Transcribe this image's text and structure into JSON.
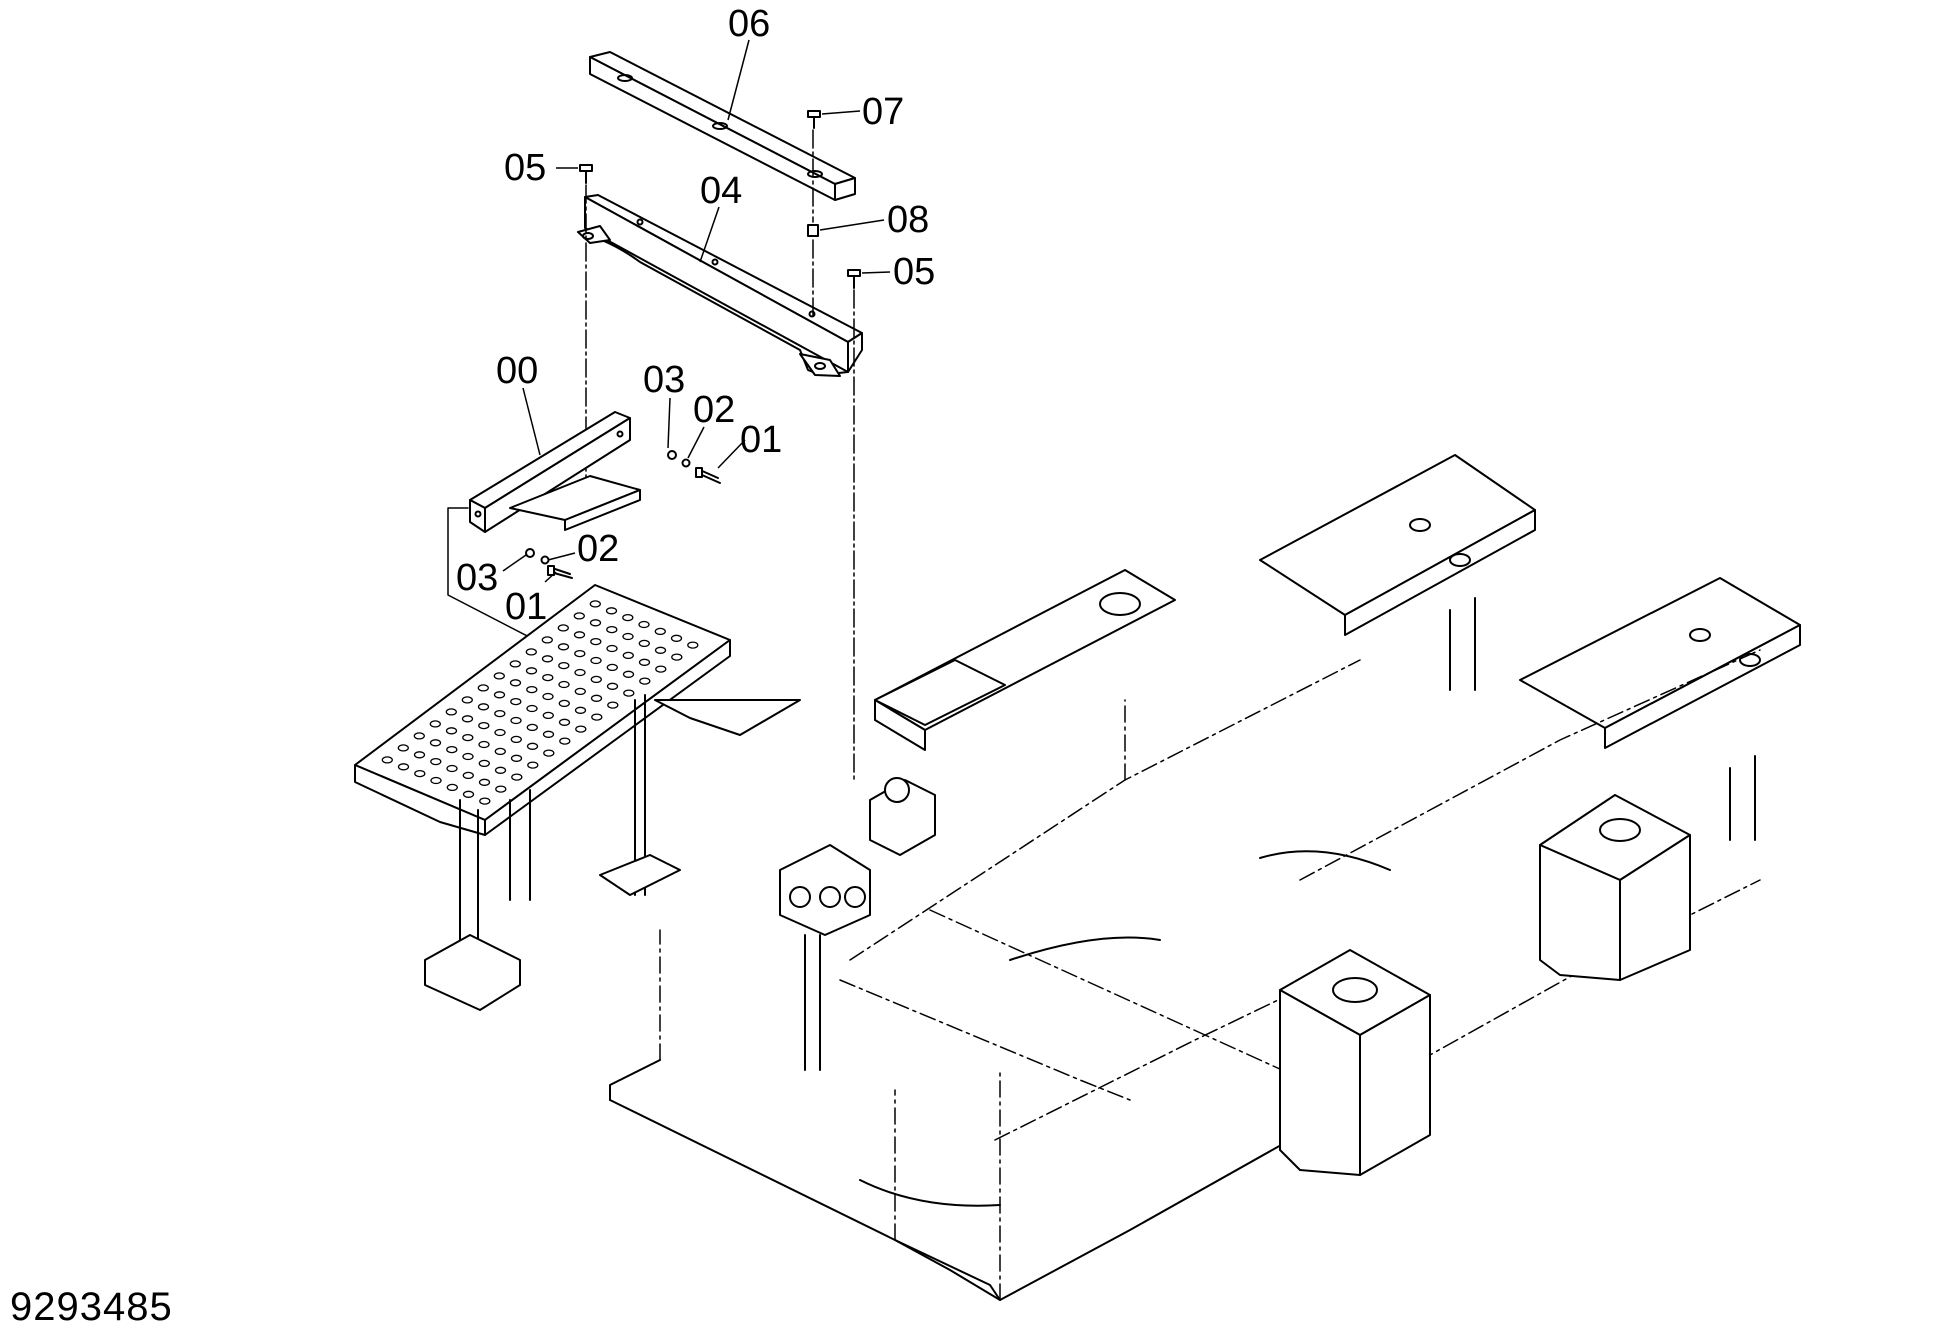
{
  "diagram": {
    "callouts": [
      "06",
      "07",
      "05",
      "04",
      "08",
      "05",
      "00",
      "03",
      "02",
      "01",
      "03",
      "02",
      "01"
    ],
    "drawing_number": "9293485"
  }
}
